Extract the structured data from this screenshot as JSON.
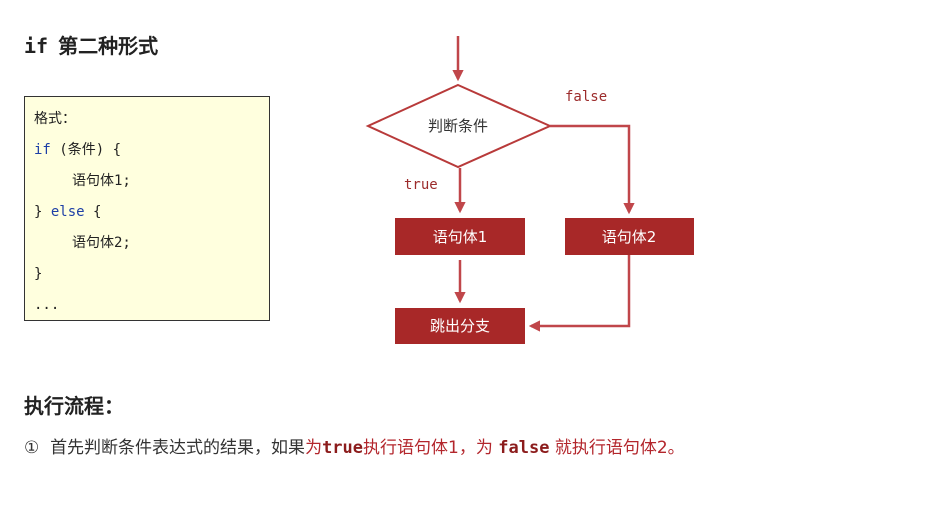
{
  "header": {
    "keyword": "if",
    "title": "第二种形式"
  },
  "syntax_box": {
    "lines": [
      "格式：",
      "if",
      "(条件) {",
      "语句体1;",
      "}",
      "else",
      "{",
      "语句体2;",
      "}",
      "..."
    ]
  },
  "flowchart": {
    "condition": "判断条件",
    "false_label": "false",
    "true_label": "true",
    "box1": "语句体1",
    "box2": "语句体2",
    "exit": "跳出分支",
    "colors": {
      "arrow": "#c0464a",
      "box_fill": "#a82828",
      "diamond_stroke": "#b83a3a"
    }
  },
  "process": {
    "heading": "执行流程：",
    "marker": "①",
    "text_part1": "首先判断条件表达式的结果，如果",
    "text_part2": "为",
    "text_true": "true",
    "text_part3": "执行语句体1，为",
    "text_false": "false",
    "text_part4": "就执行语句体2。"
  }
}
